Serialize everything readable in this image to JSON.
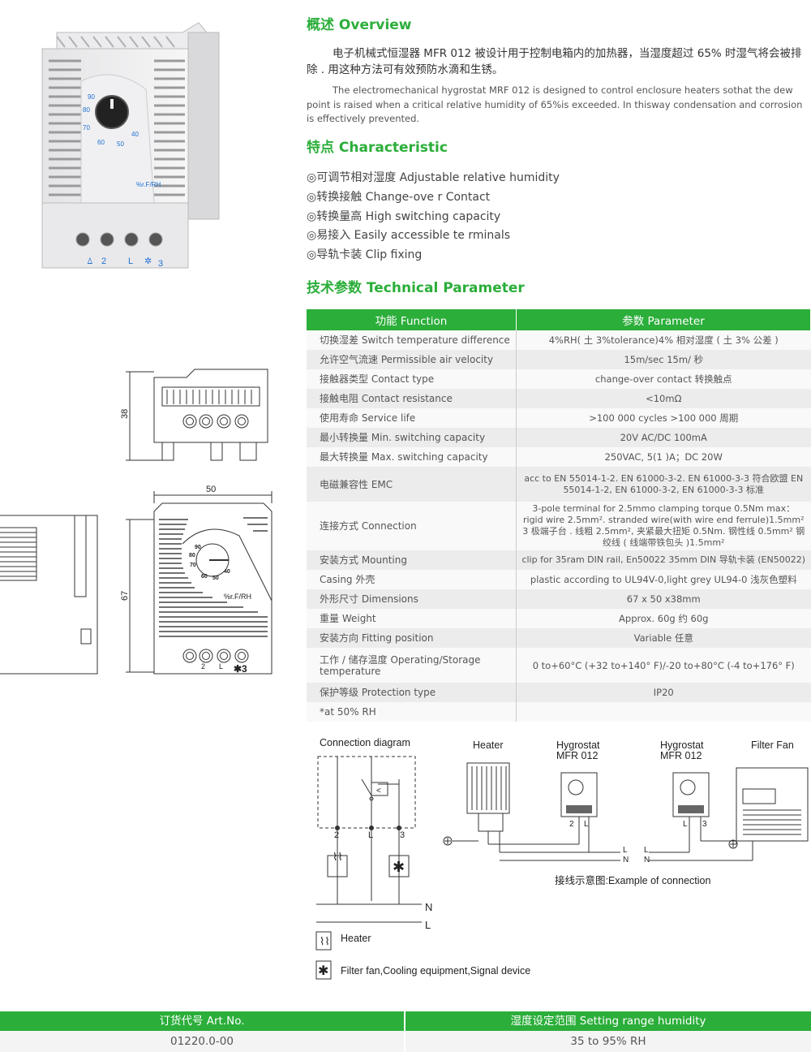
{
  "overview": {
    "title": "概述 Overview",
    "cn": "电子机械式恒湿器 MFR 012 被设计用于控制电箱内的加热器，当湿度超过 65% 时湿气将会被排除 . 用这种方法可有效预防水滴和生锈。",
    "en": "The electromechanical hygrostat MRF 012 is designed to control enclosure heaters sothat the dew point is raised when a critical relative humidity of 65%is exceeded. In thisway condensation and corrosion is effectively prevented."
  },
  "characteristic": {
    "title": "特点 Characteristic",
    "items": [
      "◎可调节相对湿度 Adjustable relative humidity",
      "◎转换接触 Change-ove r Contact",
      "◎转换量高 High switching capacity",
      "◎易接入 Easily accessible te rminals",
      "◎导轨卡装 Clip fixing"
    ]
  },
  "technical": {
    "title": "技术参数 Technical Parameter",
    "headers": [
      "功能 Function",
      "参数 Parameter"
    ],
    "rows": [
      [
        "切换湿差 Switch temperature difference",
        "4%RH( 土 3%tolerance)4% 相对湿度 ( 土 3% 公差 )"
      ],
      [
        "允许空气流速 Permissible air velocity",
        "15m/sec 15m/ 秒"
      ],
      [
        "接触器类型 Contact type",
        "change-over contact 转换触点"
      ],
      [
        "接触电阻 Contact resistance",
        "<10mΩ"
      ],
      [
        "使用寿命 Service life",
        ">100 000 cycles >100 000 周期"
      ],
      [
        "最小转换量 Min. switching capacity",
        "20V AC/DC 100mA"
      ],
      [
        "最大转换量 Max. switching capacity",
        "250VAC, 5(1 )A；DC 20W"
      ],
      [
        "电磁兼容性 EMC",
        "acc to EN 55014-1-2. EN 61000-3-2. EN 61000-3-3 符合欧盟 EN 55014-1-2, EN 61000-3-2, EN 61000-3-3 标准"
      ],
      [
        "连接方式 Connection",
        "3-pole terminal for 2.5mmo clamping torque 0.5Nm max： rigid wire 2.5mm². stranded wire(with wire end ferrule)1.5mm²  3 极端子台 . 线粗 2.5mm², 夹紧最大扭矩 0.5Nm. 钢性线 0.5mm² 钢绞线 ( 线端带铁包头 )1.5mm²"
      ],
      [
        "安装方式 Mounting",
        "clip for 35ram DIN rail, En50022 35mm DIN 导轨卡装 (EN50022)"
      ],
      [
        "Casing 外壳",
        "plastic according to UL94V-0,light grey UL94-0 浅灰色塑料"
      ],
      [
        "外形尺寸 Dimensions",
        "67 x 50 x38mm"
      ],
      [
        "重量 Weight",
        "Approx. 60g 约 60g"
      ],
      [
        "安装方向 Fitting position",
        "Variable 任意"
      ],
      [
        "工作 / 储存温度 Operating/Storage temperature",
        "0 to+60°C (+32 to+140° F)/-20 to+80°C (-4 to+176° F)"
      ],
      [
        "保护等级 Protection type",
        "IP20"
      ],
      [
        "*at 50% RH",
        ""
      ]
    ]
  },
  "product": {
    "dial_ticks": [
      "90",
      "80",
      "70",
      "60",
      "50",
      "40"
    ],
    "unit": "%r.F/RH",
    "terminal_labels": [
      "2",
      "L",
      "3"
    ]
  },
  "dimensions": {
    "height_side": "38",
    "width_front": "50",
    "height_front": "67",
    "front_unit": "%r.F/RH",
    "dial_ticks": [
      "90",
      "80",
      "70",
      "60",
      "50",
      "40"
    ],
    "terminal_labels": [
      "2",
      "L",
      "✱3"
    ]
  },
  "connection": {
    "title": "Connection diagram",
    "heater": "Heater",
    "hygrostat1": "Hygrostat",
    "hygrostat1_model": "MFR 012",
    "hygrostat2": "Hygrostat",
    "hygrostat2_model": "MFR 012",
    "filter_fan": "Filter Fan",
    "n": "N",
    "l": "L",
    "t2": "2",
    "tl": "L",
    "t3": "3",
    "example": "接线示意图:Example of connection",
    "legend_heater": "Heater",
    "legend_fan": "Filter fan,Cooling equipment,Signal device"
  },
  "order": {
    "col1_header": "订货代号 Art.No.",
    "col2_header": "湿度设定范围 Setting range humidity",
    "col1_value": "01220.0-00",
    "col2_value": "35 to 95% RH"
  },
  "colors": {
    "accent": "#2bae3a",
    "dial_blue": "#1e6fd0"
  }
}
